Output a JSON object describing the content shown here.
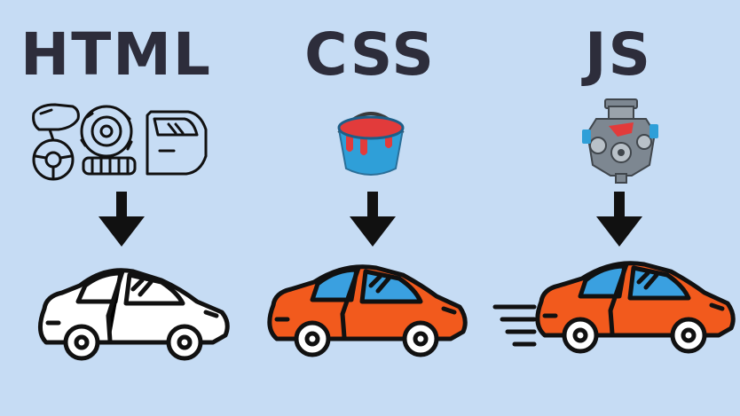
{
  "columns": [
    {
      "title": "HTML",
      "parts_icon": "car-parts-outline-icon",
      "car_icon": "car-outline-icon"
    },
    {
      "title": "CSS",
      "parts_icon": "paint-bucket-icon",
      "car_icon": "car-colored-icon"
    },
    {
      "title": "JS",
      "parts_icon": "engine-icon",
      "car_icon": "car-moving-icon"
    }
  ],
  "colors": {
    "background": "#c6dcf4",
    "ink": "#111111",
    "title": "#2d2d3b",
    "car_body": "#f25a1d",
    "car_glass": "#3aa0e0",
    "bucket": "#2f9fd8",
    "paint": "#e23b3b",
    "engine": "#7d8791"
  }
}
